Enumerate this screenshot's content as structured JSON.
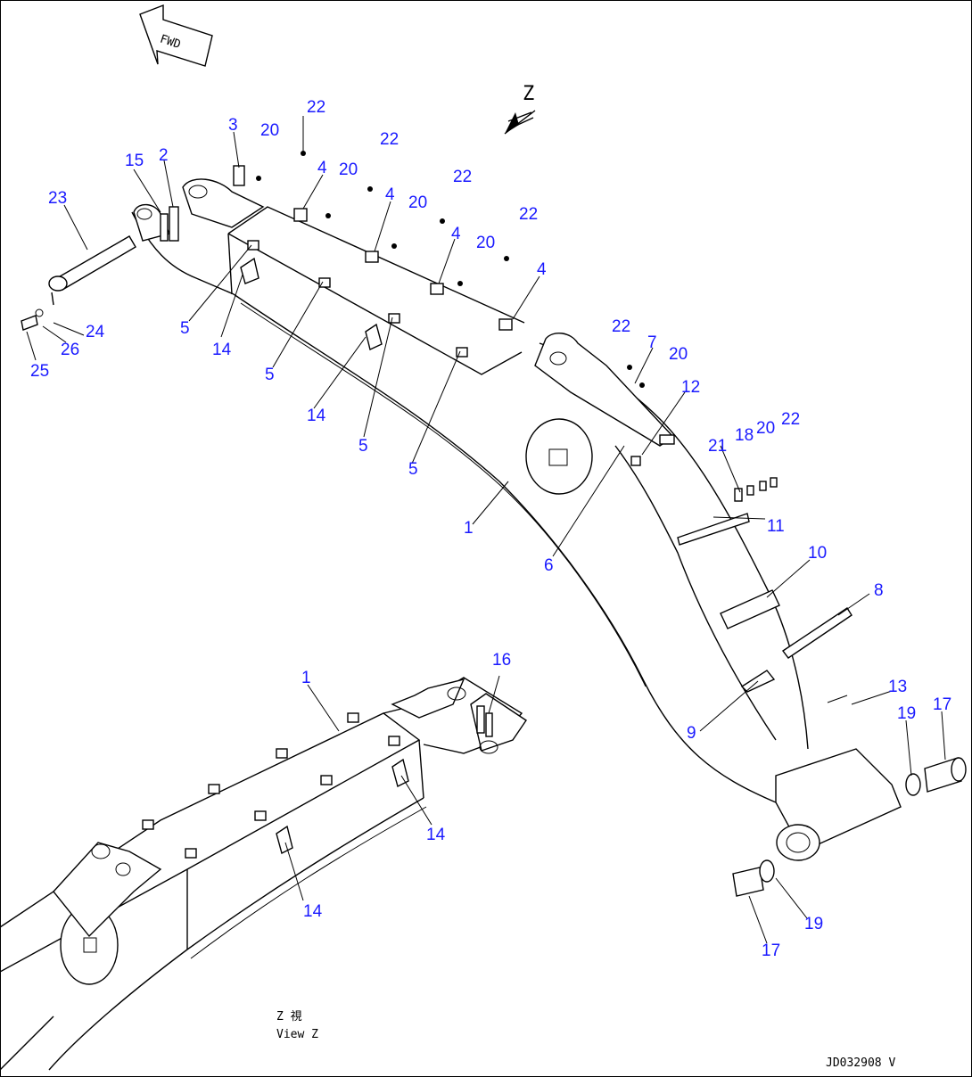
{
  "fwd_label": "FWD",
  "view_marker": "Z",
  "view_caption_line1": "Z 視",
  "view_caption_line2": "View Z",
  "drawing_id": "JD032908 V",
  "callout_color": "#1a1aff",
  "callouts": [
    {
      "id": "c22a",
      "text": "22"
    },
    {
      "id": "c22b",
      "text": "22"
    },
    {
      "id": "c22c",
      "text": "22"
    },
    {
      "id": "c22d",
      "text": "22"
    },
    {
      "id": "c22e",
      "text": "22"
    },
    {
      "id": "c22f",
      "text": "22"
    },
    {
      "id": "c20a",
      "text": "20"
    },
    {
      "id": "c20b",
      "text": "20"
    },
    {
      "id": "c20c",
      "text": "20"
    },
    {
      "id": "c20d",
      "text": "20"
    },
    {
      "id": "c20e",
      "text": "20"
    },
    {
      "id": "c20f",
      "text": "20"
    },
    {
      "id": "c3",
      "text": "3"
    },
    {
      "id": "c2",
      "text": "2"
    },
    {
      "id": "c15",
      "text": "15"
    },
    {
      "id": "c23",
      "text": "23"
    },
    {
      "id": "c4a",
      "text": "4"
    },
    {
      "id": "c4b",
      "text": "4"
    },
    {
      "id": "c4c",
      "text": "4"
    },
    {
      "id": "c4d",
      "text": "4"
    },
    {
      "id": "c7",
      "text": "7"
    },
    {
      "id": "c12",
      "text": "12"
    },
    {
      "id": "c21",
      "text": "21"
    },
    {
      "id": "c18",
      "text": "18"
    },
    {
      "id": "c24",
      "text": "24"
    },
    {
      "id": "c26",
      "text": "26"
    },
    {
      "id": "c25",
      "text": "25"
    },
    {
      "id": "c5a",
      "text": "5"
    },
    {
      "id": "c5b",
      "text": "5"
    },
    {
      "id": "c5c",
      "text": "5"
    },
    {
      "id": "c5d",
      "text": "5"
    },
    {
      "id": "c14a",
      "text": "14"
    },
    {
      "id": "c14b",
      "text": "14"
    },
    {
      "id": "c14c",
      "text": "14"
    },
    {
      "id": "c14d",
      "text": "14"
    },
    {
      "id": "c1a",
      "text": "1"
    },
    {
      "id": "c1b",
      "text": "1"
    },
    {
      "id": "c6",
      "text": "6"
    },
    {
      "id": "c11",
      "text": "11"
    },
    {
      "id": "c10",
      "text": "10"
    },
    {
      "id": "c8",
      "text": "8"
    },
    {
      "id": "c9",
      "text": "9"
    },
    {
      "id": "c13",
      "text": "13"
    },
    {
      "id": "c19a",
      "text": "19"
    },
    {
      "id": "c19b",
      "text": "19"
    },
    {
      "id": "c17a",
      "text": "17"
    },
    {
      "id": "c17b",
      "text": "17"
    },
    {
      "id": "c16",
      "text": "16"
    }
  ]
}
